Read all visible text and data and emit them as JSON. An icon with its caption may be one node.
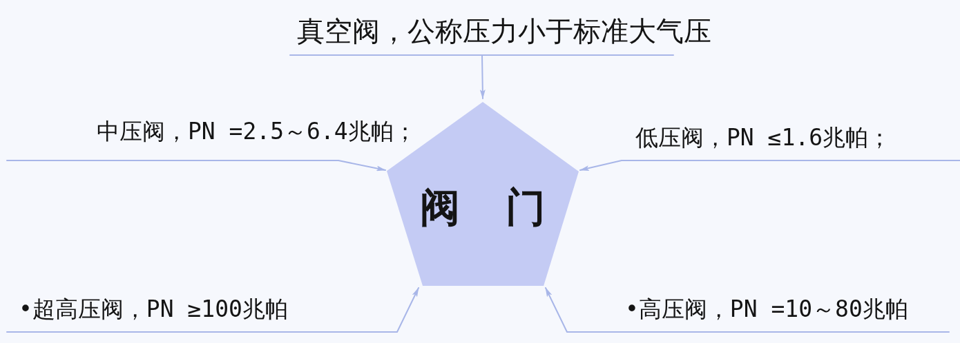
{
  "diagram": {
    "nodes": [
      {
        "text": [
          "真空阀，公称压力小于标准大气压"
        ]
      },
      {
        "text": [
          "中压阀，PN =2.5～6.4兆帕；"
        ]
      },
      {
        "text": [
          "低压阀，PN ≤1.6兆帕；"
        ]
      },
      {
        "text": [
          "阀 门"
        ]
      },
      {
        "text": [
          "•超高压阀，PN ≥100兆帕"
        ]
      },
      {
        "text": [
          "•高压阀，PN =10～80兆帕"
        ]
      }
    ],
    "edges": [
      {
        "from": 0,
        "to": 3,
        "arrow": "to"
      },
      {
        "from": 1,
        "to": 3,
        "arrow": "to"
      },
      {
        "from": 2,
        "to": 3,
        "arrow": "to"
      },
      {
        "from": 4,
        "to": 3,
        "arrow": "to"
      },
      {
        "from": 5,
        "to": 3,
        "arrow": "to"
      }
    ]
  }
}
